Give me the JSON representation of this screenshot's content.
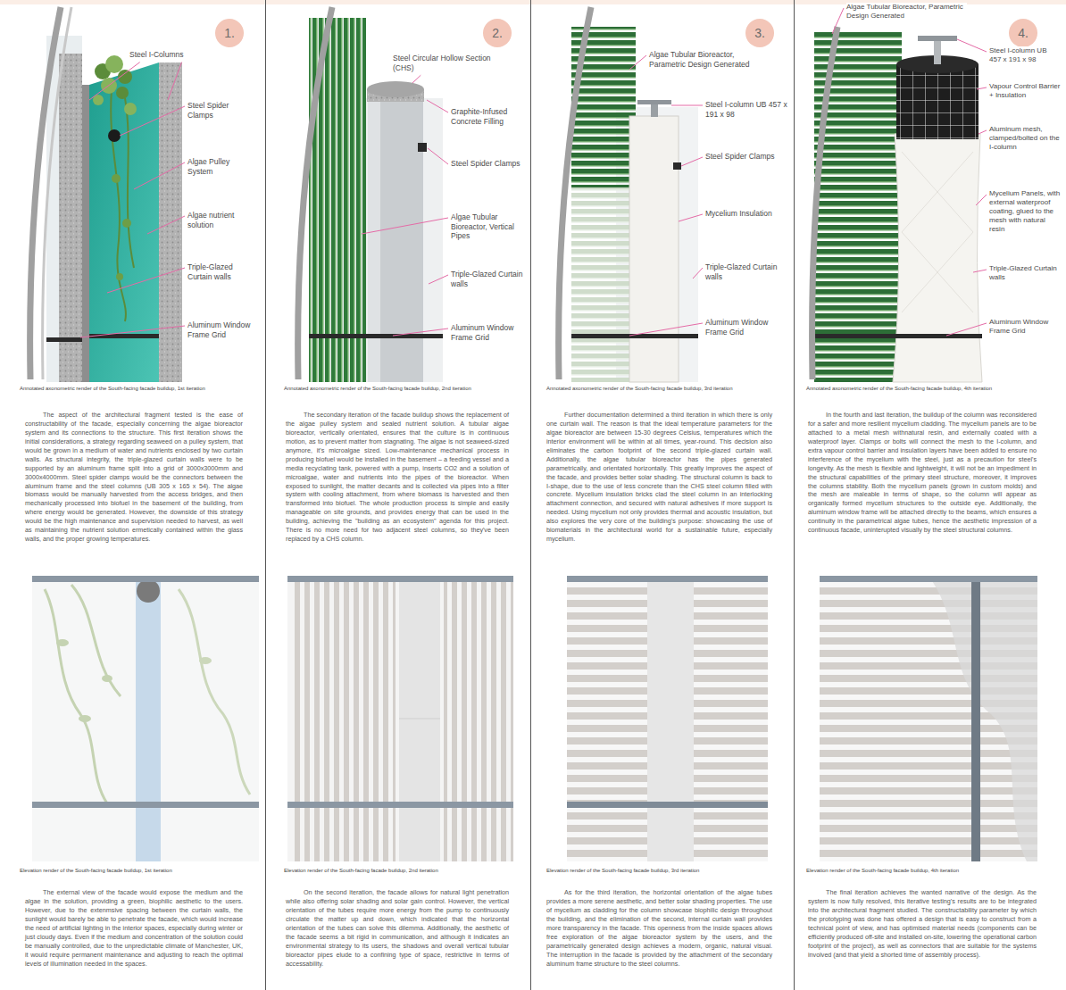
{
  "diagram": {
    "nodes": [
      {
        "text": [
          "1."
        ]
      },
      {
        "text": [
          "2."
        ]
      },
      {
        "text": [
          "3."
        ]
      },
      {
        "text": [
          "4."
        ]
      }
    ],
    "labels": [
      "Steel I-Columns",
      "Steel Spider Clamps",
      "Algae Pulley System",
      "Algae nutrient solution",
      "Triple-Glazed Curtain walls",
      "Aluminum Window Frame Grid",
      "Annotated axonometric render of the South-facing facade buildup, 1st iteration",
      "The aspect of the architectural fragment tested is the ease of constructability of the facade, especially concerning the algae bioreactor system and its connections to the structure. This first iteration shows the initial considerations, a strategy regarding seaweed on a pulley system, that would be grown in a medium of water and nutrients enclosed by two curtain walls. As structural integrity, the triple-glazed curtain walls were to be supported by an aluminum frame split into a grid of 3000x3000mm and 3000x4000mm. Steel spider clamps would be the connectors between the aluminum frame and the steel columns (UB 305 x 165 x 54). The algae biomass would be manually harvested from the access bridges, and then mechanically processed into biofuel in the basement of the building, from where energy would be generated. However, the downside of this strategy would be the high maintenance and supervision needed to harvest, as well as maintaining the nutrient solution ermetically contained within the glass walls, and the proper growing temperatures.",
      "Elevation render of the South-facing facade buildup, 1st iteration",
      "The external view of the facade would expose the medium and the algae in the solution, providing a green, biophilic aesthetic to the users. However, due to the extenmsive spacing between the curtain walls, the sunlight would barely be able to penetrate the facade, which would increase the need of artificial lighting in the interior spaces, especially during winter or just cloudy days. Even if the medium and concentration of the solution could be manually controlled, due to the unpredictable climate of Manchester, UK, it would require permanent maintenance and adjusting to reach the optimal levels of illumination needed in the spaces.",
      "Steel Circular Hollow Section (CHS)",
      "Graphite-Infused Concrete Filling",
      "Steel Spider Clamps",
      "Algae Tubular Bioreactor, Vertical Pipes",
      "Triple-Glazed Curtain walls",
      "Aluminum Window Frame Grid",
      "Annotated axonometric render of the South-facing facade buildup, 2nd iteration",
      "The secondary iteration of the facade buildup shows the replacement of the algae pulley system and sealed nutrient solution. A tubular algae bioreactor, vertically orientated, ensures that the culture is in continuous motion, as to prevent matter from stagnating. The algae is not seaweed-sized anymore, it's microalgae sized. Low-maintenance mechanical process in producing biofuel would be installed in the basement – a feeding vessel and a media recyclating tank, powered with a pump, inserts CO2 and a solution of microalgae, water and nutrients into the pipes of the bioreactor. When exposed to sunlight, the matter decants and is collected via pipes into a filter system with cooling attachment, from where biomass is harvested and then transformed into biofuel. The whole production process is simple and easily manageable on site grounds, and provides energy that can be used in the building, achieving the \"building as an ecosystem\" agenda for this project. There is no more need for two adjacent steel columns, so they've been replaced by a CHS column.",
      "Elevation render of the South-facing facade buildup, 2nd iteration",
      "On the second iteration, the facade allows for natural light penetration while also offering solar shading and solar gain control. However, the vertical orientation of the tubes require more energy from the pump to continuously circulate the matter up and down, which indicated that the horizontal orientation of the tubes can solve this dilemma. Additionally, the aesthetic of the facade seems a bit rigid in communication, and although it indicates an environmental strategy to its users, the shadows and overall vertical tubular bioreactor pipes elude to a confining type of space, restrictive in terms of accessability.",
      "Algae Tubular Bioreactor, Parametric Design Generated",
      "Steel I-column UB 457 x 191 x 98",
      "Steel Spider Clamps",
      "Mycelium Insulation",
      "Triple-Glazed Curtain walls",
      "Aluminum Window Frame Grid",
      "Annotated axonometric render of the South-facing facade buildup, 3rd iteration",
      "Further documentation determined a third iteration in which there is only one curtain wall. The reason is that the ideal temperature parameters for the algae bioreactor are between 15-30 degrees Celsius, temperatures which the interior environment will be within at all times, year-round. This decision also eliminates the carbon footprint of the second triple-glazed curtain wall. Additionally, the algae tubular bioreactor has the pipes generated parametrically, and orientated horizontally. This greatly improves the aspect of the facade, and provides better solar shading. The structural column is back to I-shape, due to the use of less concrete than the CHS steel column filled with concrete. Mycelium insulation bricks clad the steel column in an interlocking attachment connection, and secured with natural adhesives if more support is needed. Using mycelium not only provides thermal and acoustic insulation, but also explores the very core of the building's purpose: showcasing the use of biomaterials in the architectural world for a sustainable future, especially mycelium.",
      "Elevation render of the South-facing facade buildup, 3rd iteration",
      "As for the third iteration, the horizontal orientation of the algae tubes provides a more serene aesthetic, and better solar shading properties. The use of mycelium as cladding for the column showcase biophilic design throughout the building, and the elimination of the second, internal curtain wall provides more transparency in the facade. This openness from the inside spaces allows free exploration of the algae bioreactor system by the users, and the parametrically generated design achieves a modern, organic, natural visual. The interruption in the facade is provided by the attachment of the secondary aluminum frame structure to the steel columns.",
      "Algae Tubular Bioreactor, Parametric Design Generated",
      "Steel I-column UB 457 x 191 x 98",
      "Vapour Control Barrier + Insulation",
      "Aluminum mesh, clamped/bolted on the I-column",
      "Mycelium Panels, with external waterproof coating, glued to the mesh with natural resin",
      "Triple-Glazed Curtain walls",
      "Aluminum Window Frame Grid",
      "Annotated axonometric render of the South-facing facade buildup, 4th iteration",
      "In the fourth and last iteration, the buildup of the column was reconsidered for a safer and more resilient mycelium cladding. The mycelium panels are to be attached to a metal mesh withnatural resin, and externally coated with a waterproof layer. Clamps or bolts will connect the mesh to the I-column, and extra vapour control barrier and insulation layers have been added to ensure no interference of the mycelium with the steel, just as a precaution for steel's longevity. As the mesh is flexible and lightweight, it will not be an impediment in the structural capabilities of the primary steel structure, moreover, it improves the columns stability. Both the mycelium panels (grown in custom molds) and the mesh are maleable in terms of shape, so the column will appear as organically formed mycelium structures to the outside eye. Additionally, the aluminum window frame will be attached directly to the beams, which ensures a continuity in the parametrical algae tubes, hence the aesthetic impression of a continuous facade, uninterupted visually by the steel structural columns.",
      "Elevation render of the South-facing facade buildup, 4th iteration",
      "The final iteration achieves the wanted narrative of the design. As the system is now fully resolved, this iterative testing's results are to be integrated into the architectural fragment studied. The constructability parameter by which the prototyping was done has offered a design that is easy to construct from a technical point of view, and has optimised material needs (components can be efficiently produced off-site and installed on-site, lowering the operational carbon footprint of the project), as well as connectors that are suitable for the systems involved (and that yield a shorted time of assembly process)."
    ]
  }
}
